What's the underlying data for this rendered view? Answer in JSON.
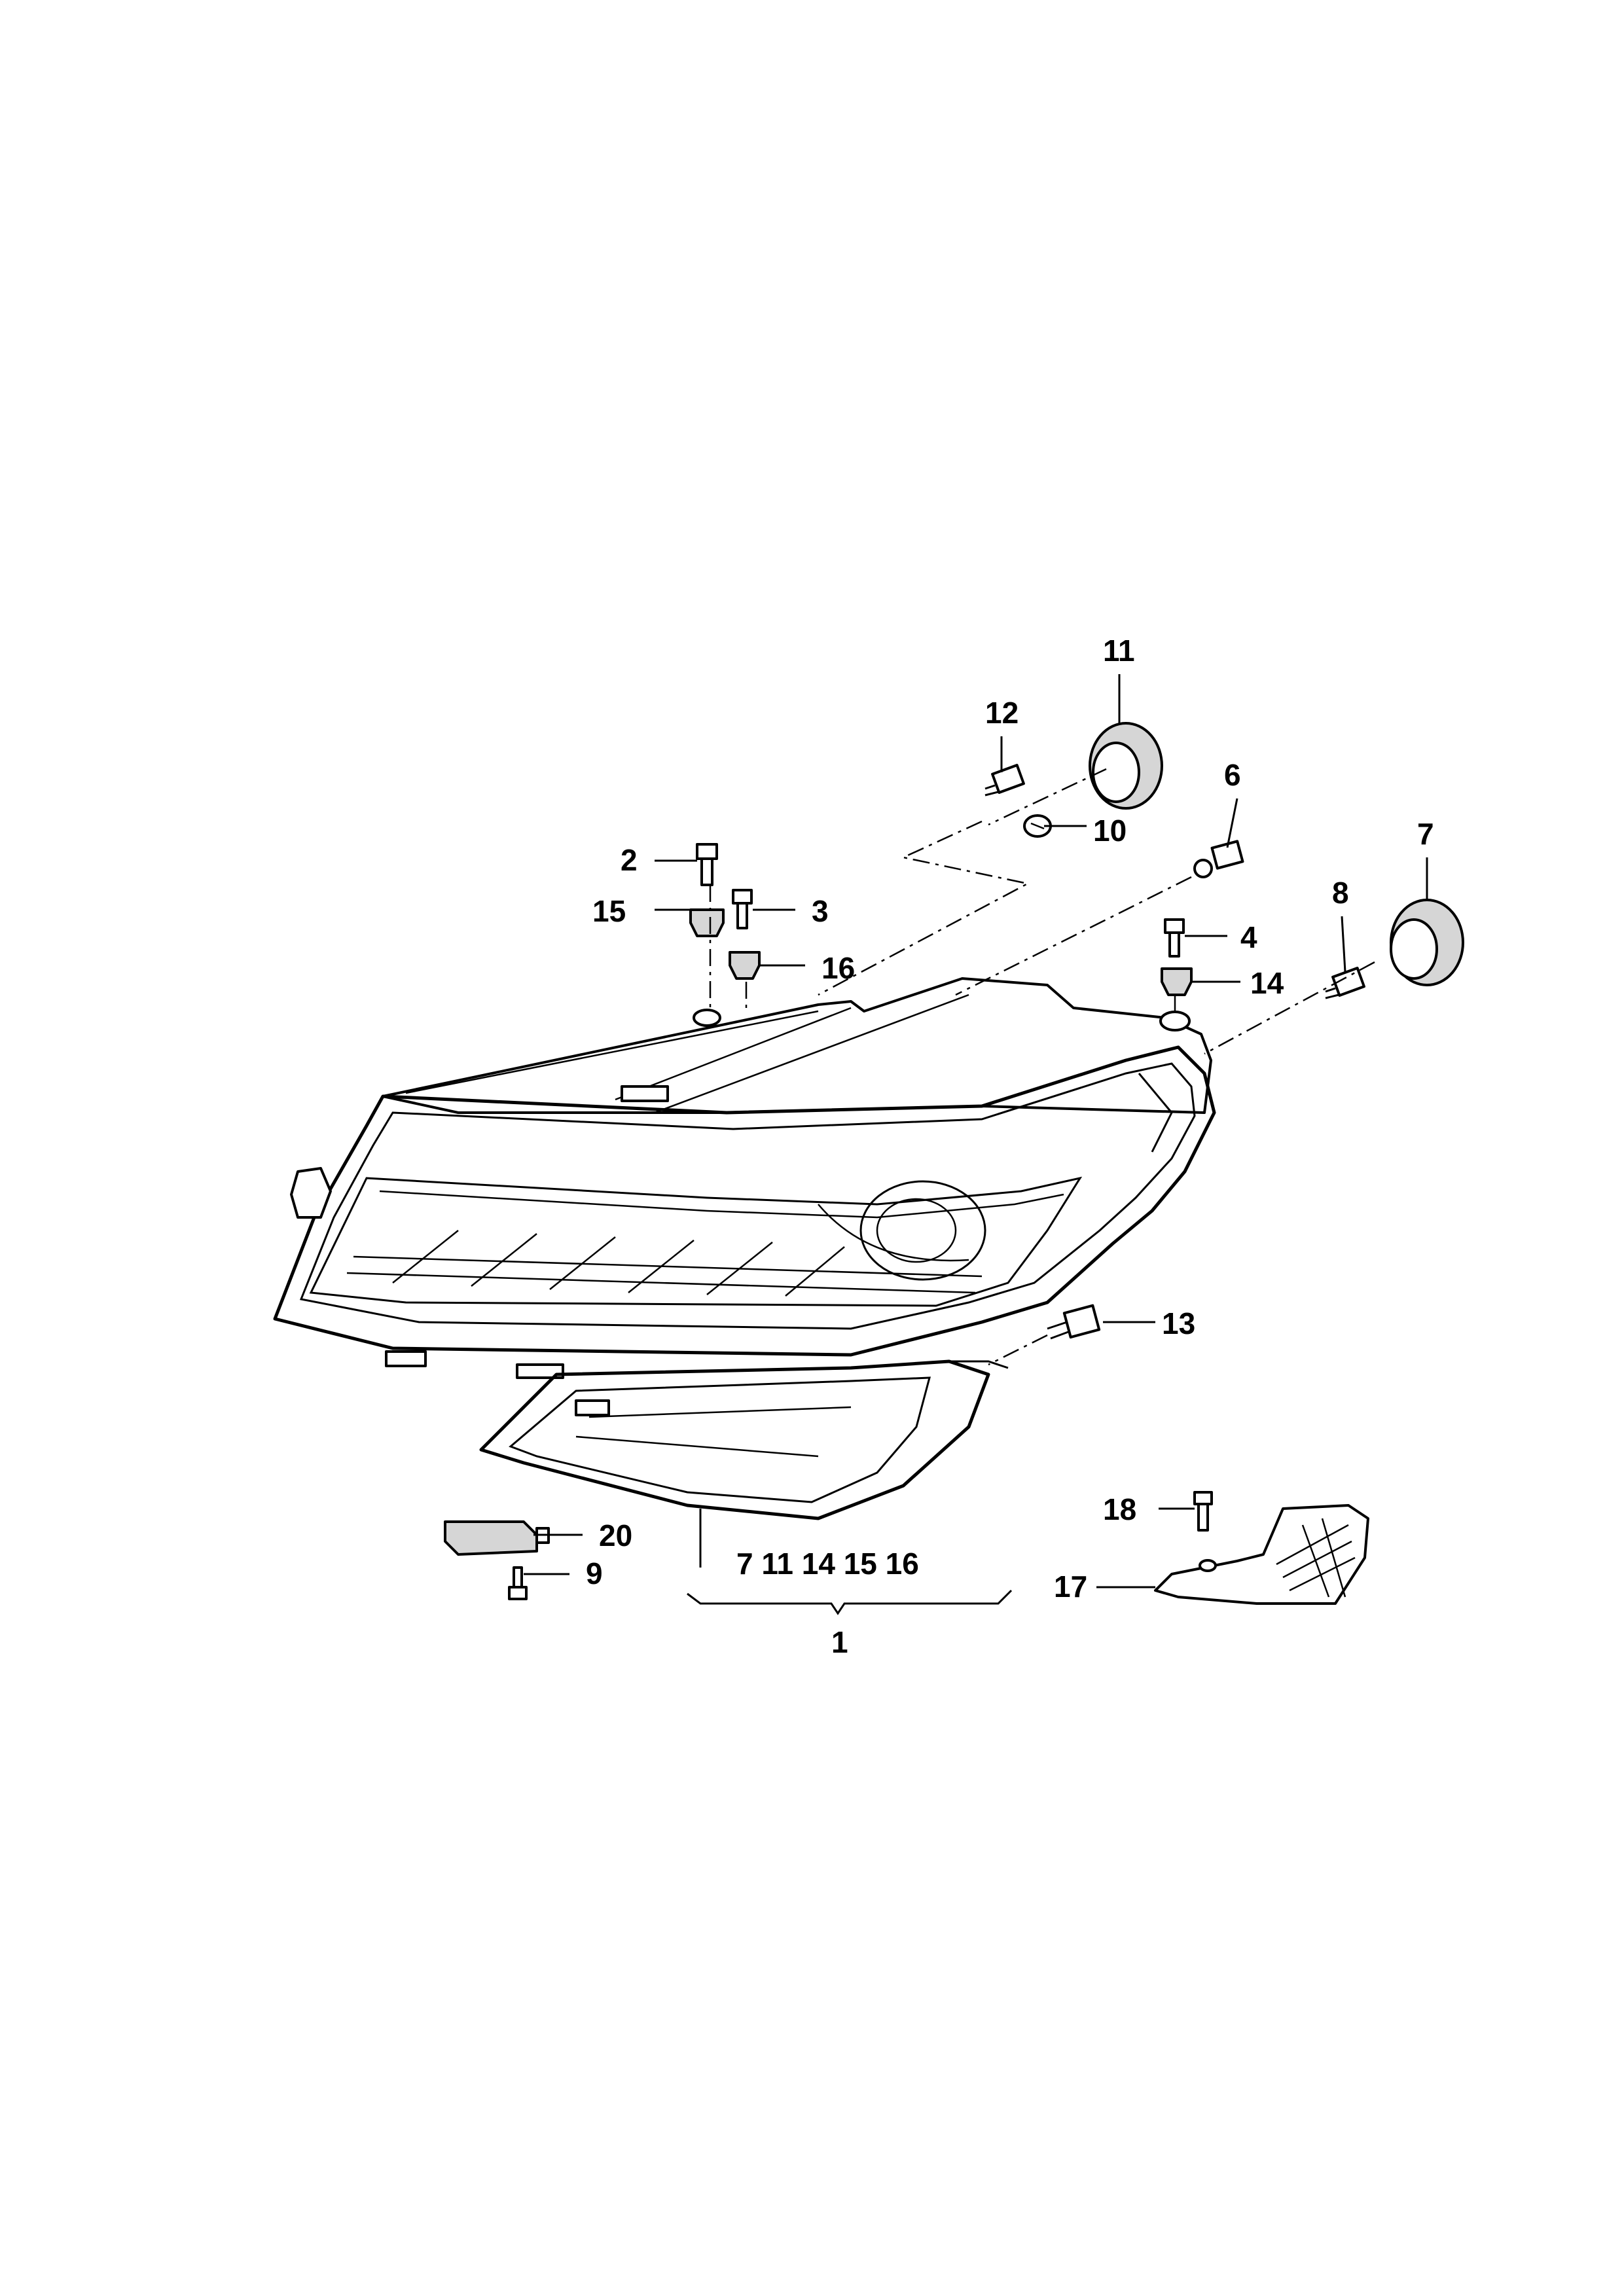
{
  "callouts": {
    "c1": "1",
    "c2": "2",
    "c3": "3",
    "c4": "4",
    "c6": "6",
    "c7": "7",
    "c8": "8",
    "c9": "9",
    "c10": "10",
    "c11": "11",
    "c12": "12",
    "c13": "13",
    "c14": "14",
    "c15": "15",
    "c16": "16",
    "c17": "17",
    "c18": "18",
    "c20": "20",
    "assembly_group": "7 11 14 15 16"
  }
}
